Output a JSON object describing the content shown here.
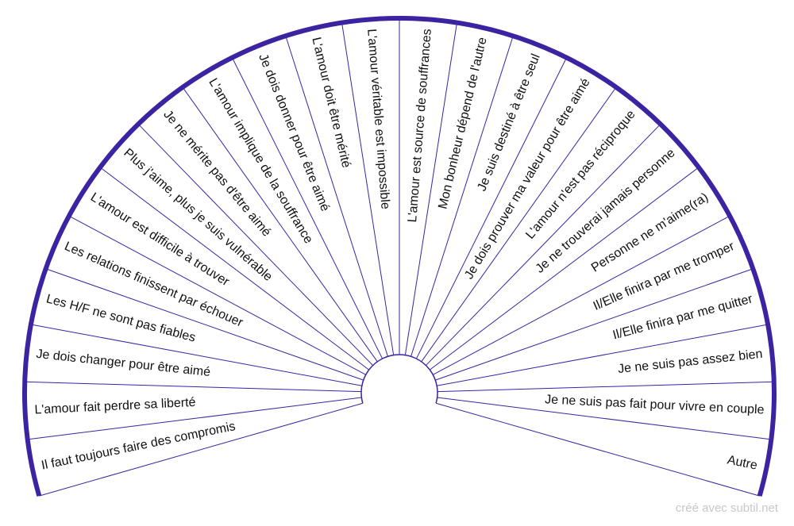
{
  "colors": {
    "rim": "#3b23a2",
    "spoke": "#3b23a2",
    "text": "#111111"
  },
  "sectors": [
    "Il faut toujours faire des compromis",
    "L'amour fait perdre sa liberté",
    "Je dois changer pour être aimé",
    "Les H/F ne sont pas fiables",
    "Les relations finissent par échouer",
    "L'amour est difficile à trouver",
    "Plus j'aime, plus je suis vulnérable",
    "Je ne mérite pas d'être aimé",
    "L'amour implique de la souffrance",
    "Je dois donner pour être aimé",
    "L'amour doit être mérité",
    "L'amour véritable est impossible",
    "L'amour est source de souffrances",
    "Mon bonheur dépend de l'autre",
    "Je suis destiné à être seul",
    "Je dois prouver ma valeur pour être aimé",
    "L'amour n'est pas réciproque",
    "Je ne trouverai jamais personne",
    "Personne ne m'aime(ra)",
    "Il/Elle finira par me tromper",
    "Il/Elle finira par me quitter",
    "Je ne suis pas assez bien",
    "Je ne suis pas fait pour vivre en couple",
    "Autre"
  ],
  "credit": "créé avec subtil.net"
}
